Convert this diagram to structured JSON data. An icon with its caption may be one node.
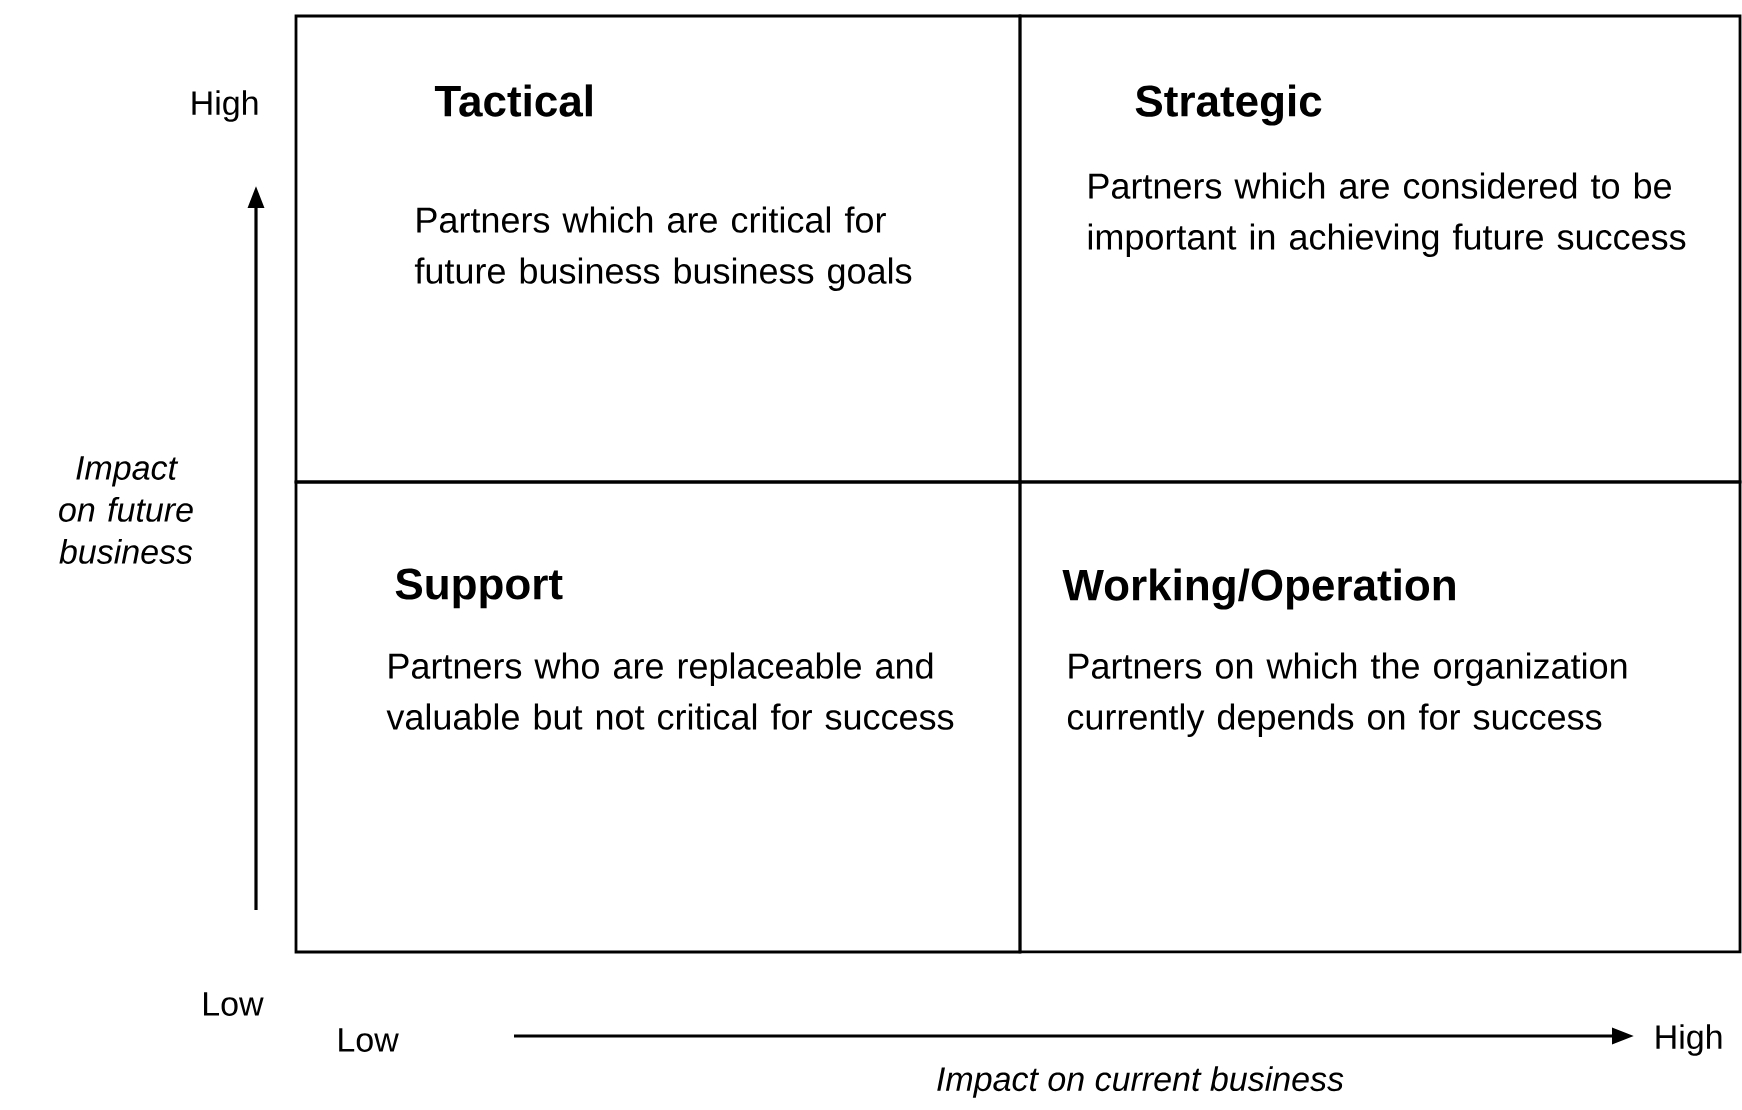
{
  "diagram": {
    "nodes": [
      {
        "text": [
          "Tactical",
          "Partners which are critical for future business business goals"
        ]
      },
      {
        "text": [
          "Strategic",
          "Partners which are considered to be important in achieving future success"
        ]
      },
      {
        "text": [
          "Support",
          "Partners who are replaceable and valuable but not critical for success"
        ]
      },
      {
        "text": [
          "Working/Operation",
          "Partners on which the organization currently depends on for success"
        ]
      }
    ],
    "edges": [],
    "labels": [
      "High",
      "Impact on future business",
      "Low",
      "Low",
      "High",
      "Impact on current business"
    ]
  }
}
